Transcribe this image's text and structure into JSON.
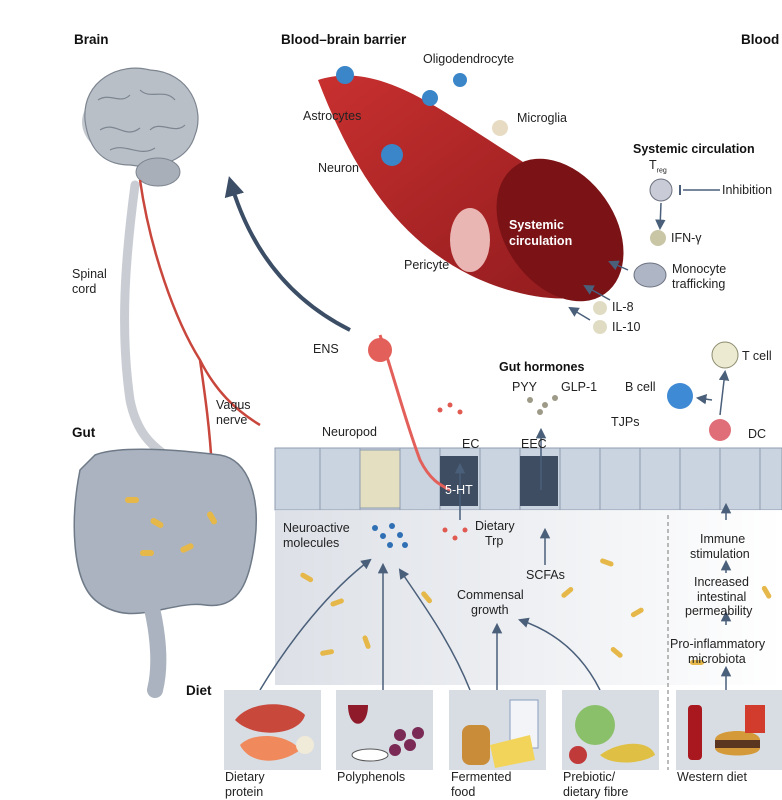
{
  "headers": {
    "brain": "Brain",
    "bbb": "Blood–brain barrier",
    "blood": "Blood",
    "gut": "Gut",
    "diet": "Diet",
    "systemic": "Systemic circulation",
    "gut_hormones": "Gut hormones"
  },
  "brain_labels": {
    "oligodendrocyte": "Oligodendrocyte",
    "astrocytes": "Astrocytes",
    "microglia": "Microglia",
    "neuron": "Neuron",
    "pericyte": "Pericyte",
    "vessel_line1": "Systemic",
    "vessel_line2": "circulation"
  },
  "immune": {
    "treg": "T",
    "treg_sub": "reg",
    "inhibition": "Inhibition",
    "ifn": "IFN-γ",
    "monocyte1": "Monocyte",
    "monocyte2": "trafficking",
    "il8": "IL-8",
    "il10": "IL-10",
    "tcell": "T cell",
    "bcell": "B cell",
    "dc": "DC"
  },
  "gut_labels": {
    "spinal1": "Spinal",
    "spinal2": "cord",
    "vagus1": "Vagus",
    "vagus2": "nerve",
    "ens": "ENS",
    "neuropod": "Neuropod",
    "pyy": "PYY",
    "glp1": "GLP-1",
    "tjps": "TJPs",
    "ec": "EC",
    "eec": "EEC",
    "ht5": "5-HT",
    "neuroactive1": "Neuroactive",
    "neuroactive2": "molecules",
    "trp1": "Dietary",
    "trp2": "Trp",
    "scfas": "SCFAs",
    "commensal1": "Commensal",
    "commensal2": "growth",
    "immune1": "Immune",
    "immune2": "stimulation",
    "perm1": "Increased",
    "perm2": "intestinal",
    "perm3": "permeability",
    "proinf1": "Pro-inflammatory",
    "proinf2": "microbiota"
  },
  "diet_items": [
    {
      "line1": "Dietary",
      "line2": "protein"
    },
    {
      "line1": "Polyphenols",
      "line2": ""
    },
    {
      "line1": "Fermented",
      "line2": "food"
    },
    {
      "line1": "Prebiotic/",
      "line2": "dietary fibre"
    },
    {
      "line1": "Western diet",
      "line2": ""
    }
  ],
  "colors": {
    "vessel": "#b8262a",
    "nerve": "#c8463c",
    "glia": "#3a86c8",
    "epithelium": "#c9d4e0",
    "bacteria": "#e6b84a",
    "arrow": "#4a5f7a"
  }
}
